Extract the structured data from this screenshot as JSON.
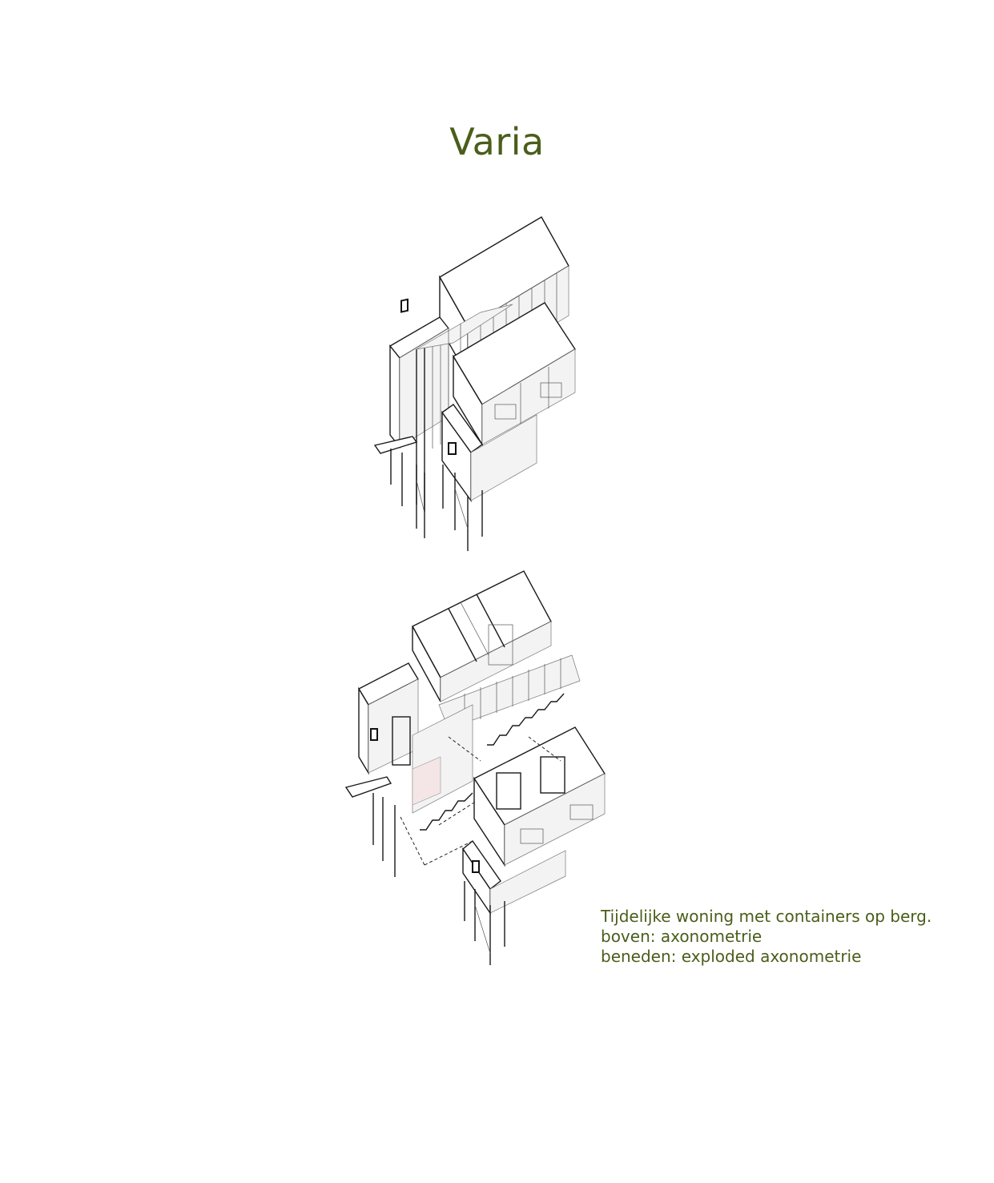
{
  "page": {
    "title": "Varia"
  },
  "caption": {
    "line1": "Tijdelijke woning met containers op berg.",
    "line2": "boven: axonometrie",
    "line3": "beneden: exploded axonometrie"
  },
  "colors": {
    "text_green": "#4a5e1a",
    "line": "#1a1a1a",
    "background": "#ffffff"
  }
}
